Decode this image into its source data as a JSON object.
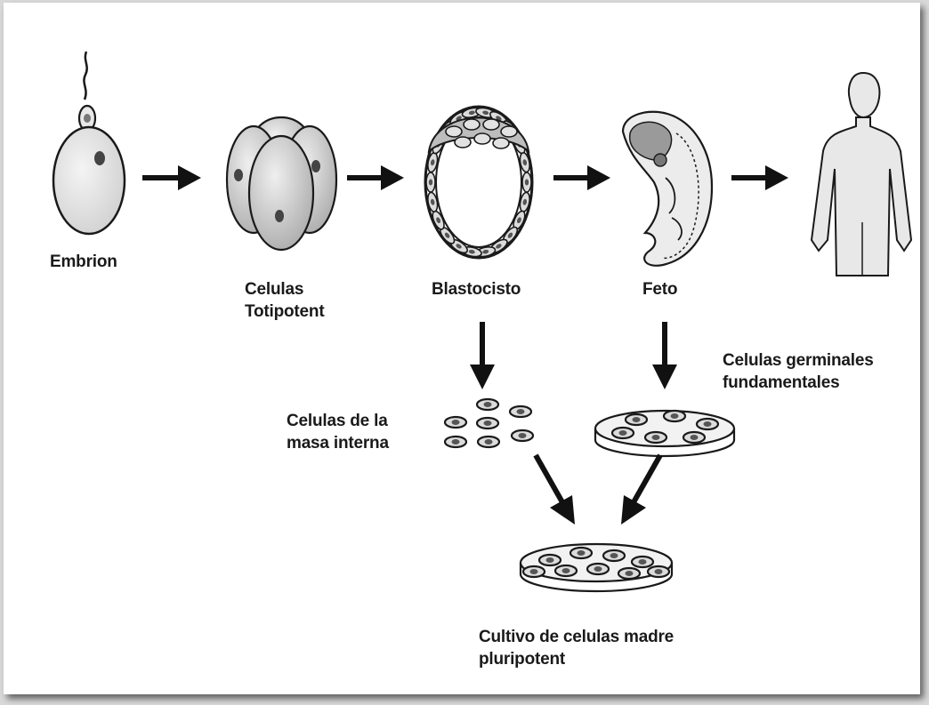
{
  "stages": {
    "embrion": "Embrion",
    "totipotent": [
      "Celulas",
      "Totipotent"
    ],
    "blastocisto": "Blastocisto",
    "feto": "Feto"
  },
  "branches": {
    "inner_mass": [
      "Celulas de la",
      "masa interna"
    ],
    "germinal": [
      "Celulas germinales",
      "fundamentales"
    ]
  },
  "result": [
    "Cultivo de celulas madre",
    "pluripotent"
  ],
  "colors": {
    "ink": "#1a1a1a",
    "cell_fill": "#c9c9c9",
    "embryo_fill": "#e6e6e6",
    "human_fill": "#e8e8e8",
    "background": "#ffffff"
  },
  "icons": [
    "sperm-egg-icon",
    "totipotent-cells-icon",
    "blastocyst-icon",
    "fetus-icon",
    "human-figure-icon",
    "inner-cell-mass-icon",
    "petri-dish-icon"
  ]
}
